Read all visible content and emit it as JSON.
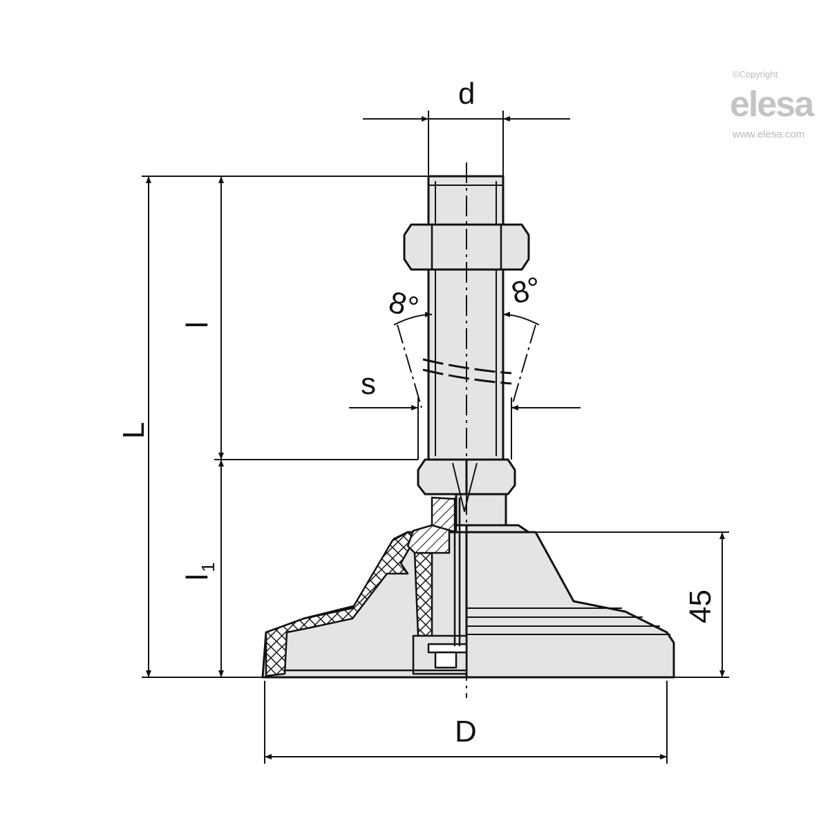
{
  "logo": {
    "copyright": "©Copyright",
    "brand": "elesa",
    "website": "www.elesa.com"
  },
  "dimensions": {
    "d": "d",
    "L": "L",
    "l": "l",
    "l1": "l",
    "l1_sub": "1",
    "s": "s",
    "angle_left": "8°",
    "angle_right": "8°",
    "height": "45",
    "D": "D"
  },
  "colors": {
    "part_fill": "#e4e4e4",
    "line": "#111111",
    "logo": "#c4c4c4"
  }
}
